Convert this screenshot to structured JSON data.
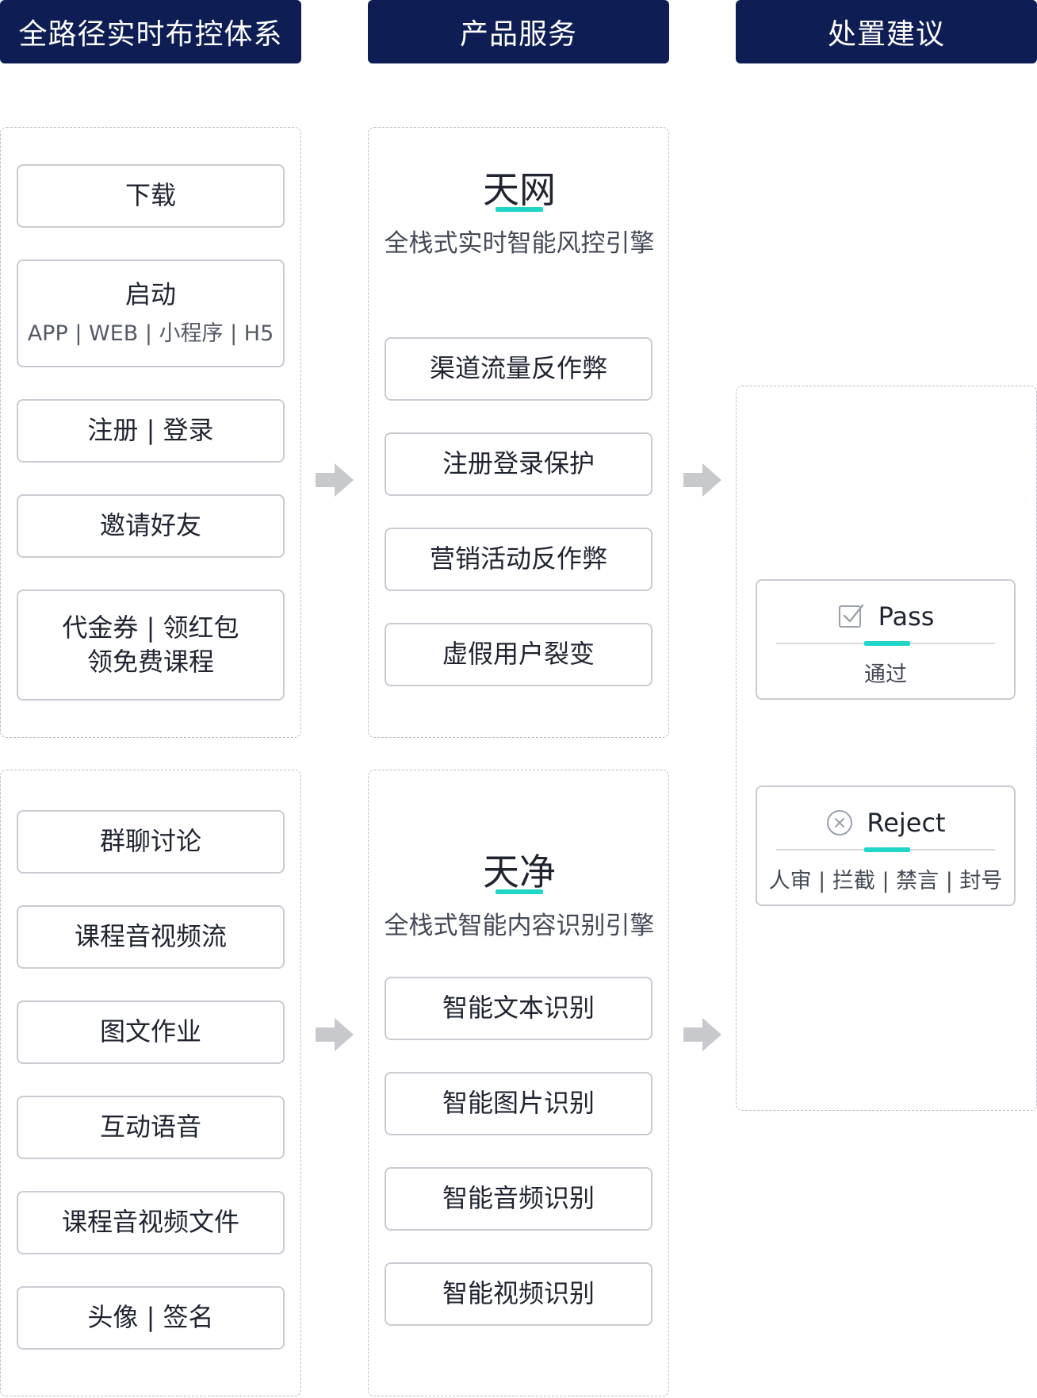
{
  "headers": {
    "col1": "全路径实时布控体系",
    "col2": "产品服务",
    "col3": "处置建议"
  },
  "scenarios_top": {
    "items": [
      {
        "label": "下载"
      },
      {
        "label": "启动",
        "sub": "APP | WEB | 小程序 | H5"
      },
      {
        "label": "注册 | 登录"
      },
      {
        "label": "邀请好友"
      },
      {
        "label": "代金券 | 领红包",
        "label2": "领免费课程"
      }
    ]
  },
  "scenarios_bottom": {
    "items": [
      {
        "label": "群聊讨论"
      },
      {
        "label": "课程音视频流"
      },
      {
        "label": "图文作业"
      },
      {
        "label": "互动语音"
      },
      {
        "label": "课程音视频文件"
      },
      {
        "label": "头像 | 签名"
      }
    ]
  },
  "engine_tianwang": {
    "title": "天网",
    "subtitle": "全栈式实时智能风控引擎",
    "services": [
      "渠道流量反作弊",
      "注册登录保护",
      "营销活动反作弊",
      "虚假用户裂变"
    ]
  },
  "engine_tianjing": {
    "title": "天净",
    "subtitle": "全栈式智能内容识别引擎",
    "services": [
      "智能文本识别",
      "智能图片识别",
      "智能音频识别",
      "智能视频识别"
    ]
  },
  "decisions": {
    "pass": {
      "label": "Pass",
      "sub": "通过",
      "icon": "checkbox-icon"
    },
    "reject": {
      "label": "Reject",
      "sub": "人审 | 拦截 | 禁言 | 封号",
      "icon": "x-circle-icon"
    }
  },
  "colors": {
    "header_bg": "#0e1e55",
    "accent": "#1fd6c8",
    "arrow": "#c7c9cd",
    "border": "#c9ccd2"
  }
}
